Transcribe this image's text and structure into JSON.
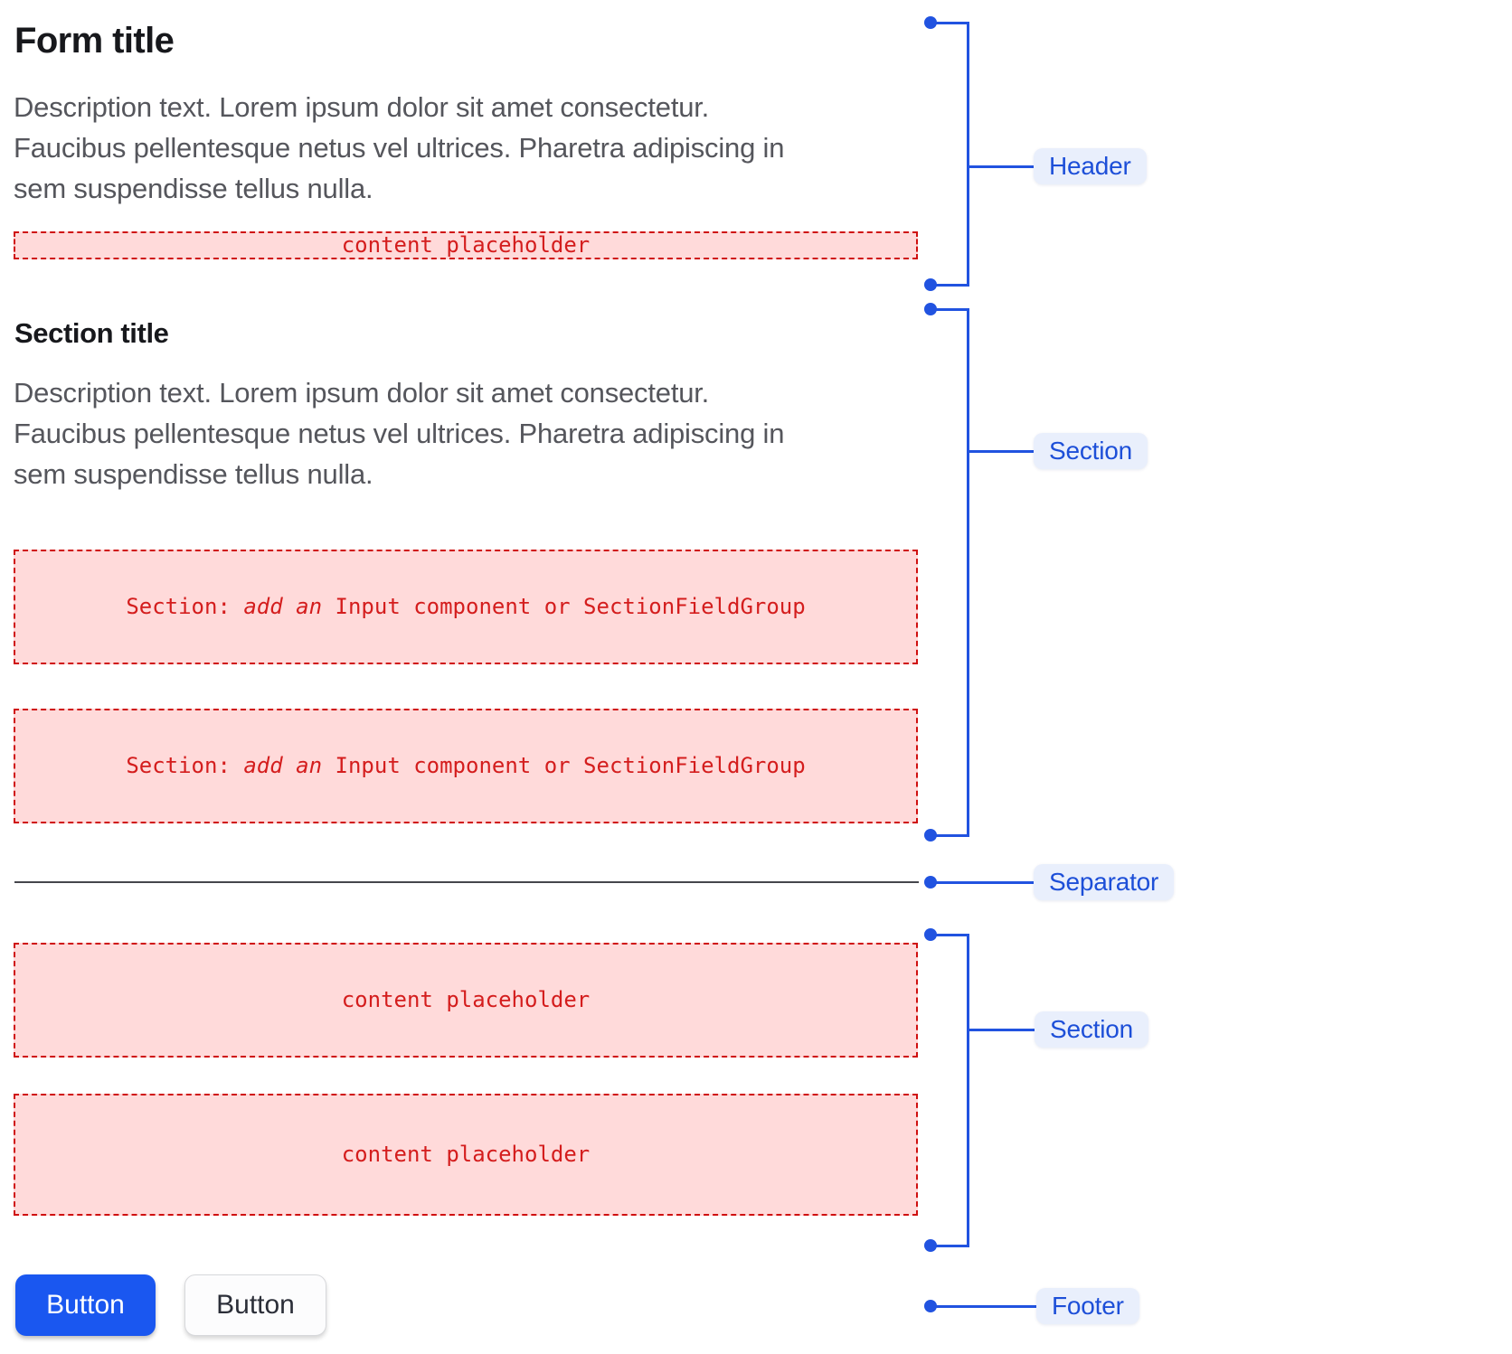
{
  "header": {
    "title": "Form title",
    "description_lines": [
      "Description text. Lorem ipsum dolor sit amet consectetur.",
      "Faucibus pellentesque netus vel ultrices. Pharetra adipiscing in",
      "sem suspendisse tellus nulla."
    ],
    "placeholder": "content placeholder"
  },
  "section": {
    "title": "Section title",
    "description_lines": [
      "Description text. Lorem ipsum dolor sit amet consectetur.",
      "Faucibus pellentesque netus vel ultrices. Pharetra adipiscing in",
      "sem suspendisse tellus nulla."
    ],
    "input_placeholders": [
      {
        "prefix": "Section: ",
        "emphasis": "add an ",
        "suffix": "Input component or SectionFieldGroup"
      },
      {
        "prefix": "Section: ",
        "emphasis": "add an ",
        "suffix": "Input component or SectionFieldGroup"
      }
    ]
  },
  "content_section": {
    "placeholders": [
      "content placeholder",
      "content placeholder"
    ]
  },
  "footer": {
    "primary_button": "Button",
    "secondary_button": "Button"
  },
  "annotations": {
    "header_label": "Header",
    "section_label_1": "Section",
    "separator_label": "Separator",
    "section_label_2": "Section",
    "footer_label": "Footer"
  },
  "colors": {
    "annotation_blue": "#2153e0",
    "annotation_text_blue": "#1d4fd8",
    "annotation_pill_bg": "#e9effc",
    "placeholder_text_red": "#d41d1d",
    "placeholder_border_red": "#cf1010",
    "placeholder_pink_bg": "#ffdada",
    "primary_button_blue": "#1a57f0",
    "separator_gray": "#45464c"
  }
}
